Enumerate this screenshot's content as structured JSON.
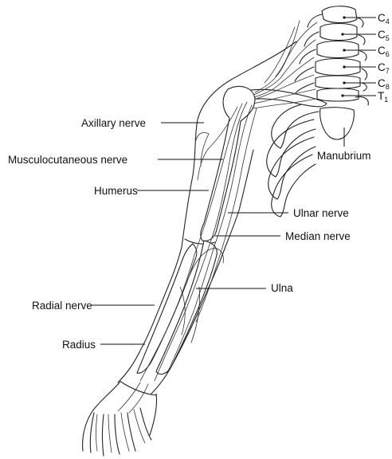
{
  "labels": {
    "axillary_nerve": "Axillary nerve",
    "musculocutaneous_nerve": "Musculocutaneous nerve",
    "humerus": "Humerus",
    "radial_nerve": "Radial nerve",
    "radius": "Radius",
    "ulnar_nerve": "Ulnar nerve",
    "median_nerve": "Median nerve",
    "ulna": "Ulna",
    "manubrium": "Manubrium"
  },
  "vertebrae": [
    {
      "letter": "C",
      "sub": "4"
    },
    {
      "letter": "C",
      "sub": "5"
    },
    {
      "letter": "C",
      "sub": "6"
    },
    {
      "letter": "C",
      "sub": "7"
    },
    {
      "letter": "C",
      "sub": "8"
    },
    {
      "letter": "T",
      "sub": "1"
    }
  ]
}
